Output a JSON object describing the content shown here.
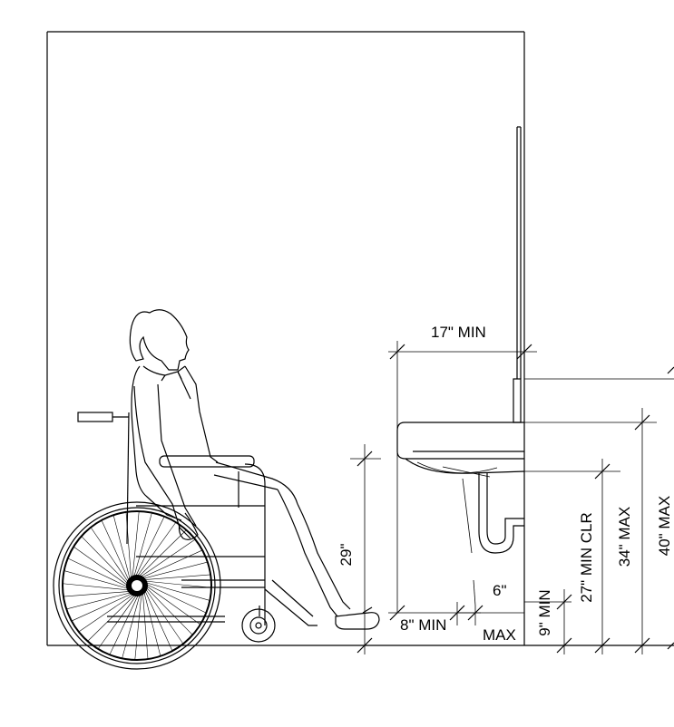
{
  "dimensions": {
    "knee_depth": "17\" MIN",
    "knee_height": "29\"",
    "toe_depth": "8\" MIN",
    "pipe_offset": "6\"",
    "pipe_offset_suffix": "MAX",
    "toe_height": "9\" MIN",
    "knee_clearance": "27\" MIN CLR",
    "rim_height": "34\" MAX",
    "mirror_height": "40\" MAX"
  }
}
